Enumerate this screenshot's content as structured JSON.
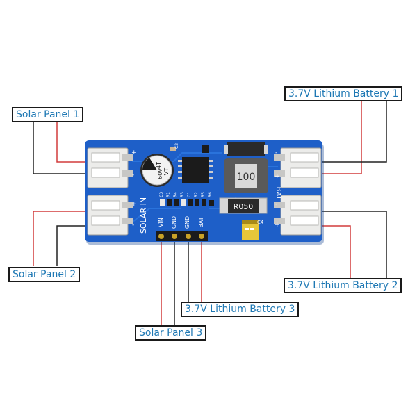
{
  "labels": {
    "solar_panel_1": "Solar Panel 1",
    "solar_panel_2": "Solar Panel 2",
    "solar_panel_3": "Solar Panel 3",
    "battery_1": "3.7V Lithium Battery 1",
    "battery_2": "3.7V Lithium Battery 2",
    "battery_3": "3.7V Lithium Battery 3"
  },
  "board": {
    "solar_in_label": "SOLAR IN",
    "bat_label": "BAT",
    "pin_labels": [
      "VIN",
      "GND",
      "GND",
      "BAT"
    ],
    "inductor_marking": "100",
    "resistor_marking": "R050",
    "capacitor_marking": [
      "4T",
      "60V",
      "VT"
    ],
    "small_labels": [
      "C2",
      "C3",
      "R1",
      "R4",
      "R3",
      "C1",
      "R2",
      "R5",
      "R6",
      "C4"
    ],
    "plus_sign": "+",
    "minus_sign": "-"
  },
  "colors": {
    "pcb": "#1e5fc8",
    "wire_red": "#d23b3b",
    "wire_black": "#222222",
    "label_text": "#1e78b4",
    "connector": "#f0f0ee",
    "pin_gold": "#c9a227"
  }
}
